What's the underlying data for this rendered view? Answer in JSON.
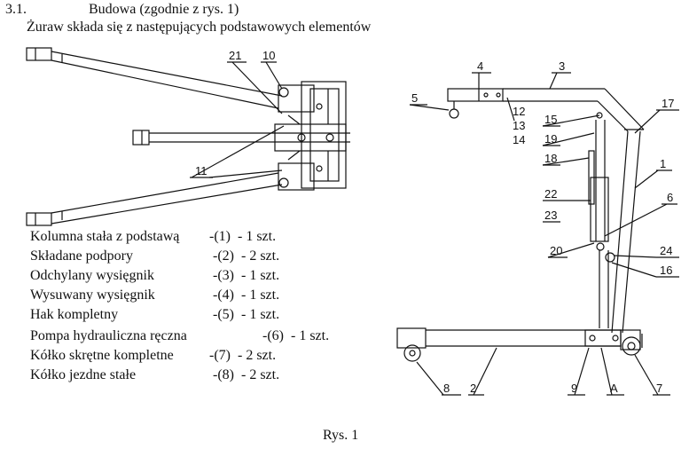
{
  "header": {
    "section_number": "3.1.",
    "section_title": "Budowa (zgodnie z rys. 1)",
    "intro": "Żuraw składa się z następujących podstawowych elementów"
  },
  "parts": [
    {
      "name": "Kolumna stała z podstawą",
      "code": "-(1)  - 1 szt."
    },
    {
      "name": "Składane podpory",
      "code": "-(2)  - 2 szt."
    },
    {
      "name": "Odchylany wysięgnik",
      "code": "-(3)  - 1 szt."
    },
    {
      "name": "Wysuwany wysięgnik",
      "code": "-(4)  - 1 szt."
    },
    {
      "name": "Hak kompletny",
      "code": "-(5)  - 1 szt."
    },
    {
      "name": "Pompa hydrauliczna ręczna",
      "code": "-(6)  - 1 szt."
    },
    {
      "name": "Kółko skrętne kompletne",
      "code": "-(7)  - 2 szt."
    },
    {
      "name": "Kółko jezdne stałe",
      "code": "-(8)  - 2 szt."
    }
  ],
  "figure": {
    "caption": "Rys. 1",
    "top_view_labels": [
      "21",
      "10",
      "11"
    ],
    "side_view_labels": [
      "4",
      "3",
      "5",
      "12",
      "13",
      "14",
      "15",
      "19",
      "18",
      "17",
      "1",
      "22",
      "23",
      "6",
      "20",
      "24",
      "16",
      "8",
      "2",
      "9",
      "A",
      "7"
    ]
  }
}
